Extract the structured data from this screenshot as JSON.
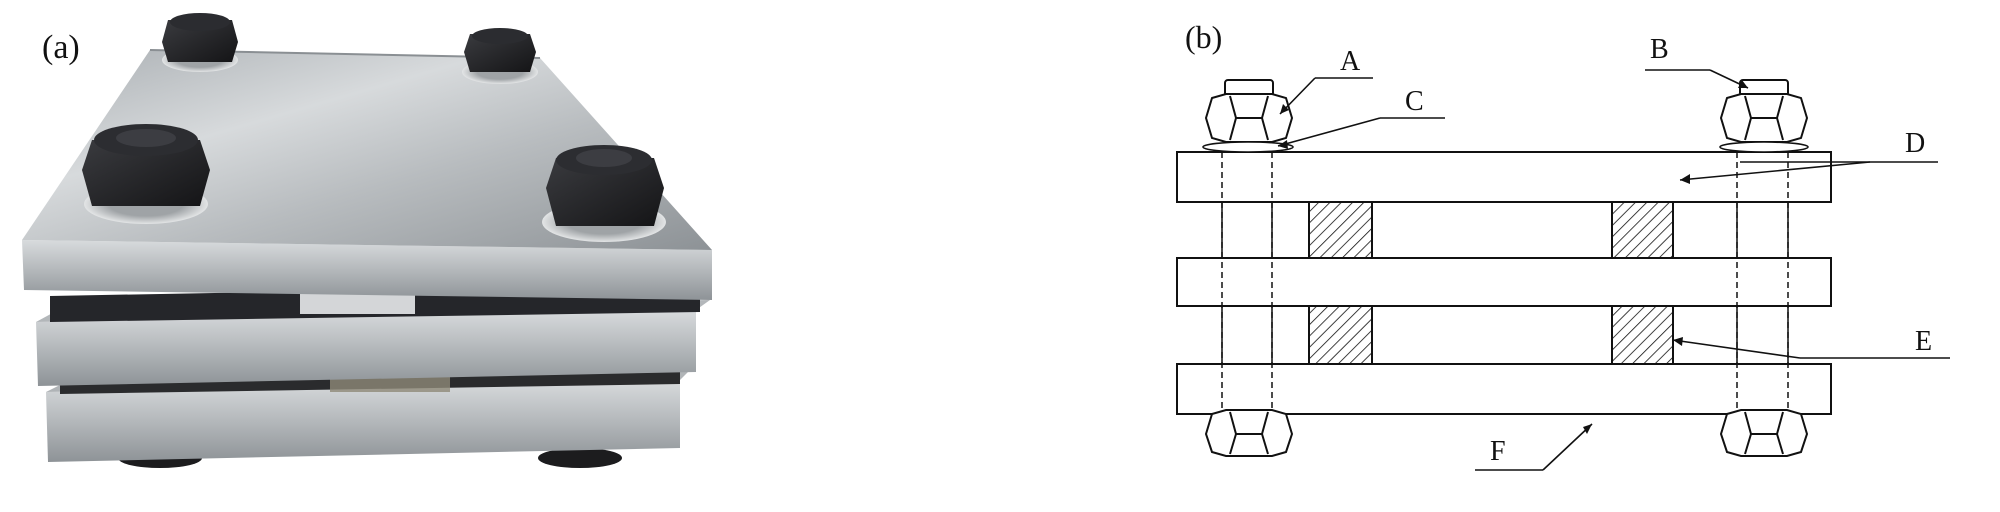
{
  "panel_a": {
    "label": "(a)"
  },
  "panel_b": {
    "label": "(b)",
    "callouts": {
      "A": "A",
      "B": "B",
      "C": "C",
      "D": "D",
      "E": "E",
      "F": "F"
    }
  },
  "colors": {
    "steel_light": "#c9cdd0",
    "steel_dark": "#7d8286",
    "bolt_black": "#1c1c1e",
    "line": "#111111"
  }
}
